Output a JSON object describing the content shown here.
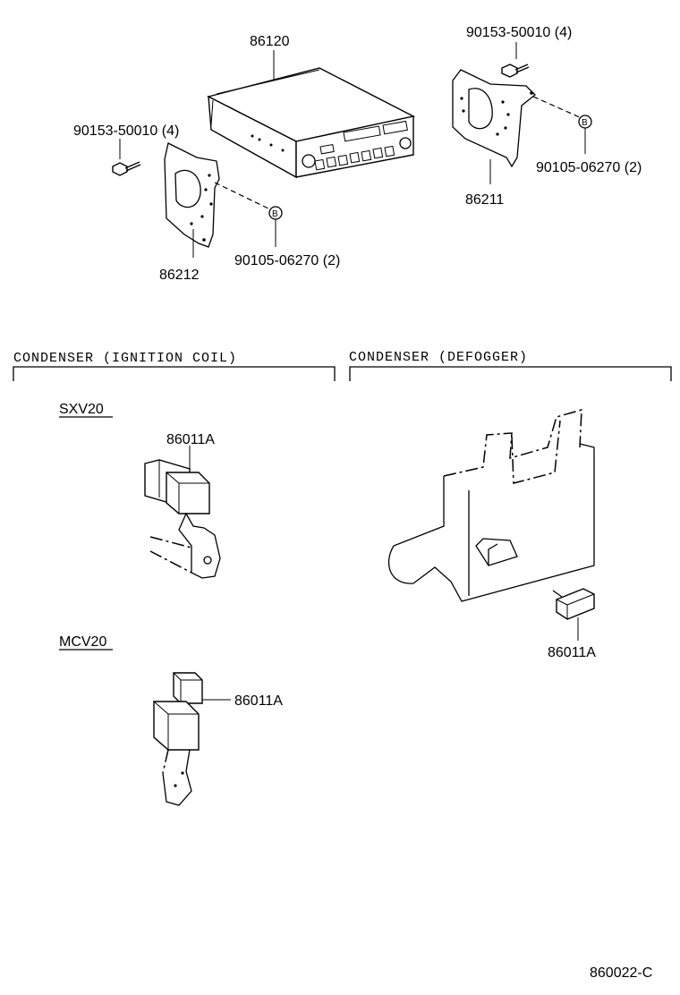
{
  "labels": {
    "radio": "86120",
    "screw_right": "90153-50010 (4)",
    "screw_left": "90153-50010 (4)",
    "bracket_right": "86211",
    "bracket_left": "86212",
    "bolt_right": "90105-06270 (2)",
    "bolt_left": "90105-06270 (2)",
    "bolt_marker": "B",
    "condenser_sxv20": "86011A",
    "condenser_mcv20": "86011A",
    "condenser_defogger": "86011A"
  },
  "sections": {
    "ignition_coil": "CONDENSER (IGNITION COIL)",
    "defogger": "CONDENSER (DEFOGGER)"
  },
  "models": {
    "sxv20": "SXV20",
    "mcv20": "MCV20"
  },
  "figure_code": "860022-C"
}
